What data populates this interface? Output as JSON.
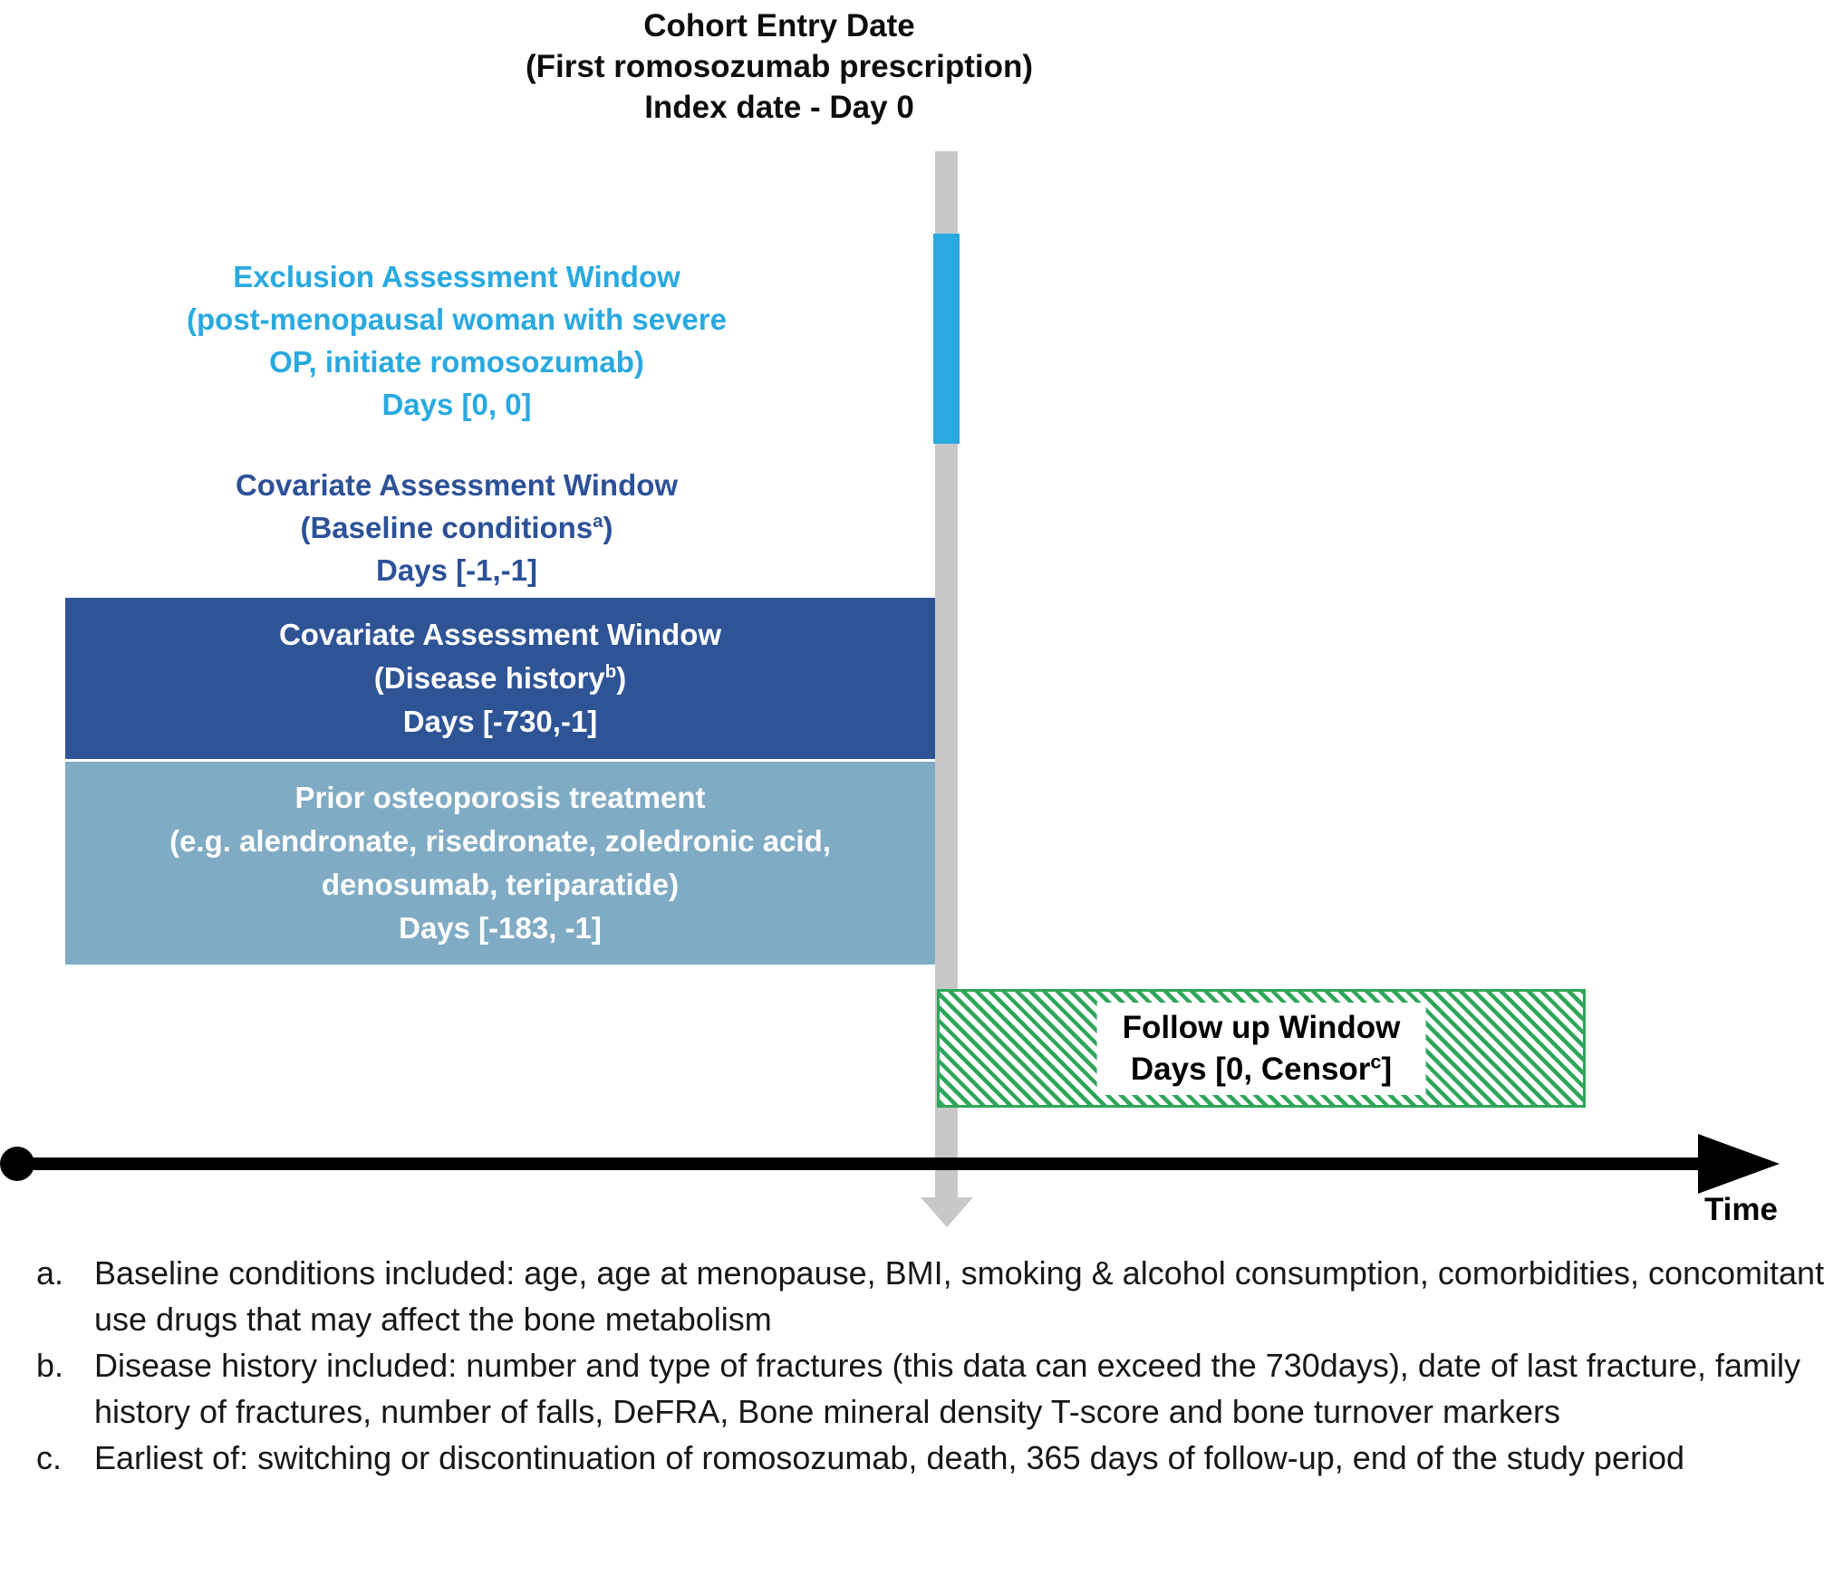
{
  "title": {
    "line1": "Cohort Entry Date",
    "line2": "(First romosozumab prescription)",
    "line3": "Index date - Day 0"
  },
  "diagram": {
    "exclusion_window": {
      "line1": "Exclusion Assessment Window",
      "line2": "(post-menopausal woman with severe",
      "line3": "OP, initiate romosozumab)",
      "line4": "Days [0, 0]"
    },
    "covariate_baseline": {
      "line1": "Covariate Assessment Window",
      "line2_pre": "(Baseline conditions",
      "line2_sup": "a",
      "line2_post": ")",
      "line3": "Days [-1,-1]"
    },
    "covariate_disease": {
      "line1": "Covariate Assessment Window",
      "line2_pre": "(Disease history",
      "line2_sup": "b",
      "line2_post": ")",
      "line3": "Days [-730,-1]"
    },
    "prior_treatment": {
      "line1": "Prior osteoporosis treatment",
      "line2": "(e.g. alendronate, risedronate, zoledronic acid,",
      "line3": "denosumab, teriparatide)",
      "line4": "Days [-183, -1]"
    },
    "follow_up": {
      "line1": "Follow up Window",
      "line2_pre": "Days [0, Censor",
      "line2_sup": "c",
      "line2_post": "]"
    },
    "time_label": "Time"
  },
  "footnotes": [
    {
      "marker": "a.",
      "text": "Baseline conditions included: age, age at menopause, BMI, smoking & alcohol consumption, comorbidities, concomitant use drugs that may affect the bone metabolism"
    },
    {
      "marker": "b.",
      "text": "Disease history included: number and type of fractures (this data can exceed the 730days), date of last fracture, family history of fractures, number of falls, DeFRA, Bone mineral density T-score and bone turnover markers"
    },
    {
      "marker": "c.",
      "text": "Earliest of: switching or discontinuation of romosozumab, death, 365 days of follow-up, end of the study period"
    }
  ],
  "colors": {
    "exclusion_cyan": "#29a9e0",
    "covariate_dark_blue": "#2e5496",
    "prior_treatment_steel_blue": "#80abc4",
    "follow_up_green": "#2fa65a",
    "index_line_gray": "#c8c8c8",
    "timeline_black": "#000000"
  }
}
